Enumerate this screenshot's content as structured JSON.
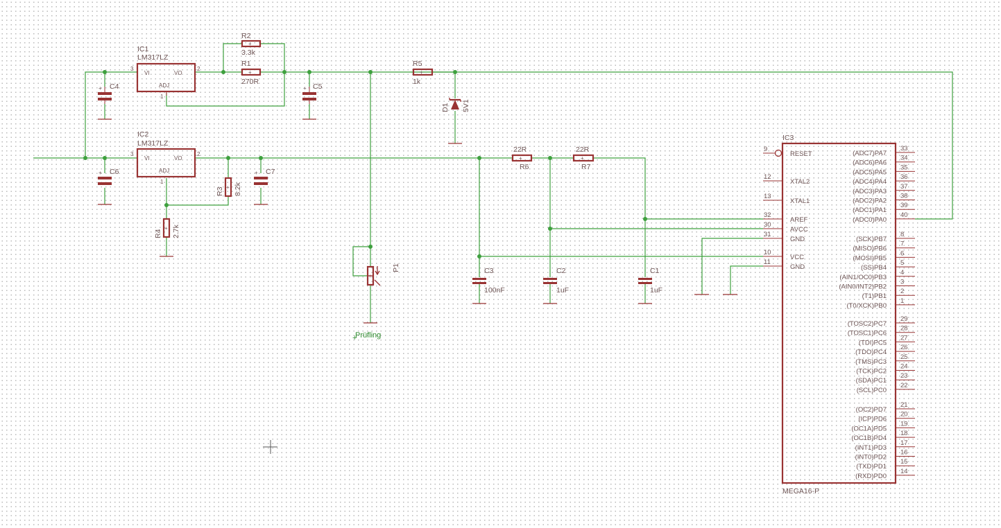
{
  "components": {
    "ic1": {
      "name": "IC1",
      "value": "LM317LZ",
      "vi": "VI",
      "vo": "VO",
      "adj": "ADJ",
      "pin_in": "3",
      "pin_out": "2",
      "pin_adj": "1"
    },
    "ic2": {
      "name": "IC2",
      "value": "LM317LZ",
      "vi": "VI",
      "vo": "VO",
      "adj": "ADJ",
      "pin_in": "3",
      "pin_out": "2",
      "pin_adj": "1"
    },
    "r1": {
      "name": "R1",
      "value": "270R"
    },
    "r2": {
      "name": "R2",
      "value": "3.3k"
    },
    "r3": {
      "name": "R3",
      "value": "8.2k"
    },
    "r4": {
      "name": "R4",
      "value": "2.7k"
    },
    "r5": {
      "name": "R5",
      "value": "1k"
    },
    "r6": {
      "name": "R6",
      "value": "22R"
    },
    "r7": {
      "name": "R7",
      "value": "22R"
    },
    "c1": {
      "name": "C1",
      "value": "1uF"
    },
    "c2": {
      "name": "C2",
      "value": "1uF"
    },
    "c3": {
      "name": "C3",
      "value": "100nF"
    },
    "c4": {
      "name": "C4"
    },
    "c5": {
      "name": "C5"
    },
    "c6": {
      "name": "C6"
    },
    "c7": {
      "name": "C7"
    },
    "d1": {
      "name": "D1",
      "value": "5V1"
    },
    "p1": {
      "name": "P1"
    },
    "net_label": "Prüfling"
  },
  "ic3": {
    "name": "IC3",
    "value": "MEGA16-P",
    "left_pins": [
      {
        "num": "9",
        "name": "RESET"
      },
      {
        "num": "12",
        "name": "XTAL2"
      },
      {
        "num": "13",
        "name": "XTAL1"
      },
      {
        "num": "32",
        "name": "AREF"
      },
      {
        "num": "30",
        "name": "AVCC"
      },
      {
        "num": "31",
        "name": "GND"
      },
      {
        "num": "10",
        "name": "VCC"
      },
      {
        "num": "11",
        "name": "GND"
      }
    ],
    "right_pins": [
      {
        "num": "33",
        "name": "(ADC7)PA7"
      },
      {
        "num": "34",
        "name": "(ADC6)PA6"
      },
      {
        "num": "35",
        "name": "(ADC5)PA5"
      },
      {
        "num": "36",
        "name": "(ADC4)PA4"
      },
      {
        "num": "37",
        "name": "(ADC3)PA3"
      },
      {
        "num": "38",
        "name": "(ADC2)PA2"
      },
      {
        "num": "39",
        "name": "(ADC1)PA1"
      },
      {
        "num": "40",
        "name": "(ADC0)PA0"
      },
      {
        "num": "8",
        "name": "(SCK)PB7"
      },
      {
        "num": "7",
        "name": "(MISO)PB6"
      },
      {
        "num": "6",
        "name": "(MOSI)PB5"
      },
      {
        "num": "5",
        "name": "(SS)PB4"
      },
      {
        "num": "4",
        "name": "(AIN1/OC0)PB3"
      },
      {
        "num": "3",
        "name": "(AIN0/INT2)PB2"
      },
      {
        "num": "2",
        "name": "(T1)PB1"
      },
      {
        "num": "1",
        "name": "(T0/XCK)PB0"
      },
      {
        "num": "29",
        "name": "(TOSC2)PC7"
      },
      {
        "num": "28",
        "name": "(TOSC1)PC6"
      },
      {
        "num": "27",
        "name": "(TDI)PC5"
      },
      {
        "num": "26",
        "name": "(TDO)PC4"
      },
      {
        "num": "25",
        "name": "(TMS)PC3"
      },
      {
        "num": "24",
        "name": "(TCK)PC2"
      },
      {
        "num": "23",
        "name": "(SDA)PC1"
      },
      {
        "num": "22",
        "name": "(SCL)PC0"
      },
      {
        "num": "21",
        "name": "(OC2)PD7"
      },
      {
        "num": "20",
        "name": "(ICP)PD6"
      },
      {
        "num": "19",
        "name": "(OC1A)PD5"
      },
      {
        "num": "18",
        "name": "(OC1B)PD4"
      },
      {
        "num": "17",
        "name": "(INT1)PD3"
      },
      {
        "num": "16",
        "name": "(INT0)PD2"
      },
      {
        "num": "15",
        "name": "(TXD)PD1"
      },
      {
        "num": "14",
        "name": "(RXD)PD0"
      }
    ]
  }
}
